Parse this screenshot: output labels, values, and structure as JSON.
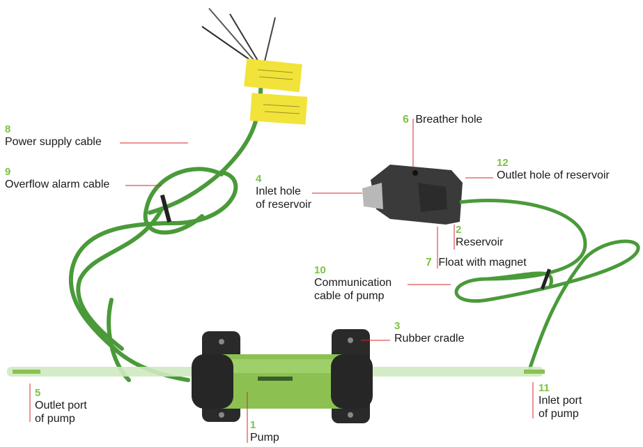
{
  "callouts": {
    "c1": {
      "number": "1",
      "label": "Pump"
    },
    "c2": {
      "number": "2",
      "label": "Reservoir"
    },
    "c3": {
      "number": "3",
      "label": "Rubber cradle"
    },
    "c4": {
      "number": "4",
      "label": "Inlet hole\nof reservoir"
    },
    "c5": {
      "number": "5",
      "label": "Outlet port\nof pump"
    },
    "c6": {
      "number": "6",
      "label": "Breather hole"
    },
    "c7": {
      "number": "7",
      "label": "Float with magnet"
    },
    "c8": {
      "number": "8",
      "label": "Power supply cable"
    },
    "c9": {
      "number": "9",
      "label": "Overflow alarm cable"
    },
    "c10": {
      "number": "10",
      "label": "Communication\ncable of pump"
    },
    "c11": {
      "number": "11",
      "label": "Inlet port\nof pump"
    },
    "c12": {
      "number": "12",
      "label": "Outlet hole of reservoir"
    }
  },
  "colors": {
    "number_accent": "#7cc242",
    "leader_line": "#d9262a",
    "cable": "#4a9a3a",
    "pump_body": "#8cc152",
    "cradle": "#2a2a2a",
    "label_tag": "#f1e33a"
  }
}
